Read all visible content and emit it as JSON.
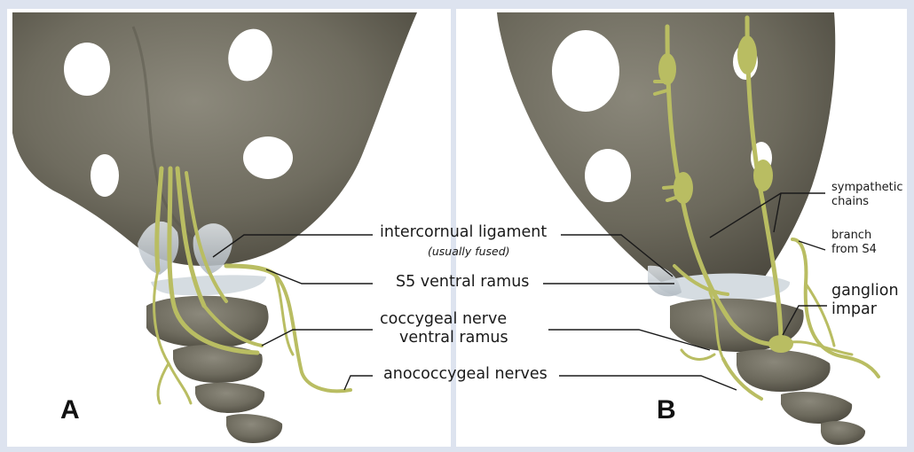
{
  "panels": [
    {
      "letter": "A"
    },
    {
      "letter": "B"
    }
  ],
  "labels": {
    "intercornual_ligament": "intercornual ligament",
    "usually_fused": "(usually fused)",
    "s5_ventral_ramus": "S5 ventral ramus",
    "coccygeal_nerve_line1": "coccygeal nerve",
    "coccygeal_nerve_line2": "ventral ramus",
    "anococcygeal_nerves": "anococcygeal nerves",
    "sympathetic_line1": "sympathetic",
    "sympathetic_line2": "chains",
    "branch_line1": "branch",
    "branch_line2": "from S4",
    "ganglion_line1": "ganglion",
    "ganglion_line2": "impar"
  },
  "colors": {
    "frame": "#dde3ef",
    "bone": "#6d6a5d",
    "bone_dark": "#4f4c41",
    "bone_light": "#8b887b",
    "nerve": "#b9bd62",
    "nerve_dark": "#8d9140",
    "ligament": "#c7cfd6",
    "leader": "#1a1a1a"
  }
}
